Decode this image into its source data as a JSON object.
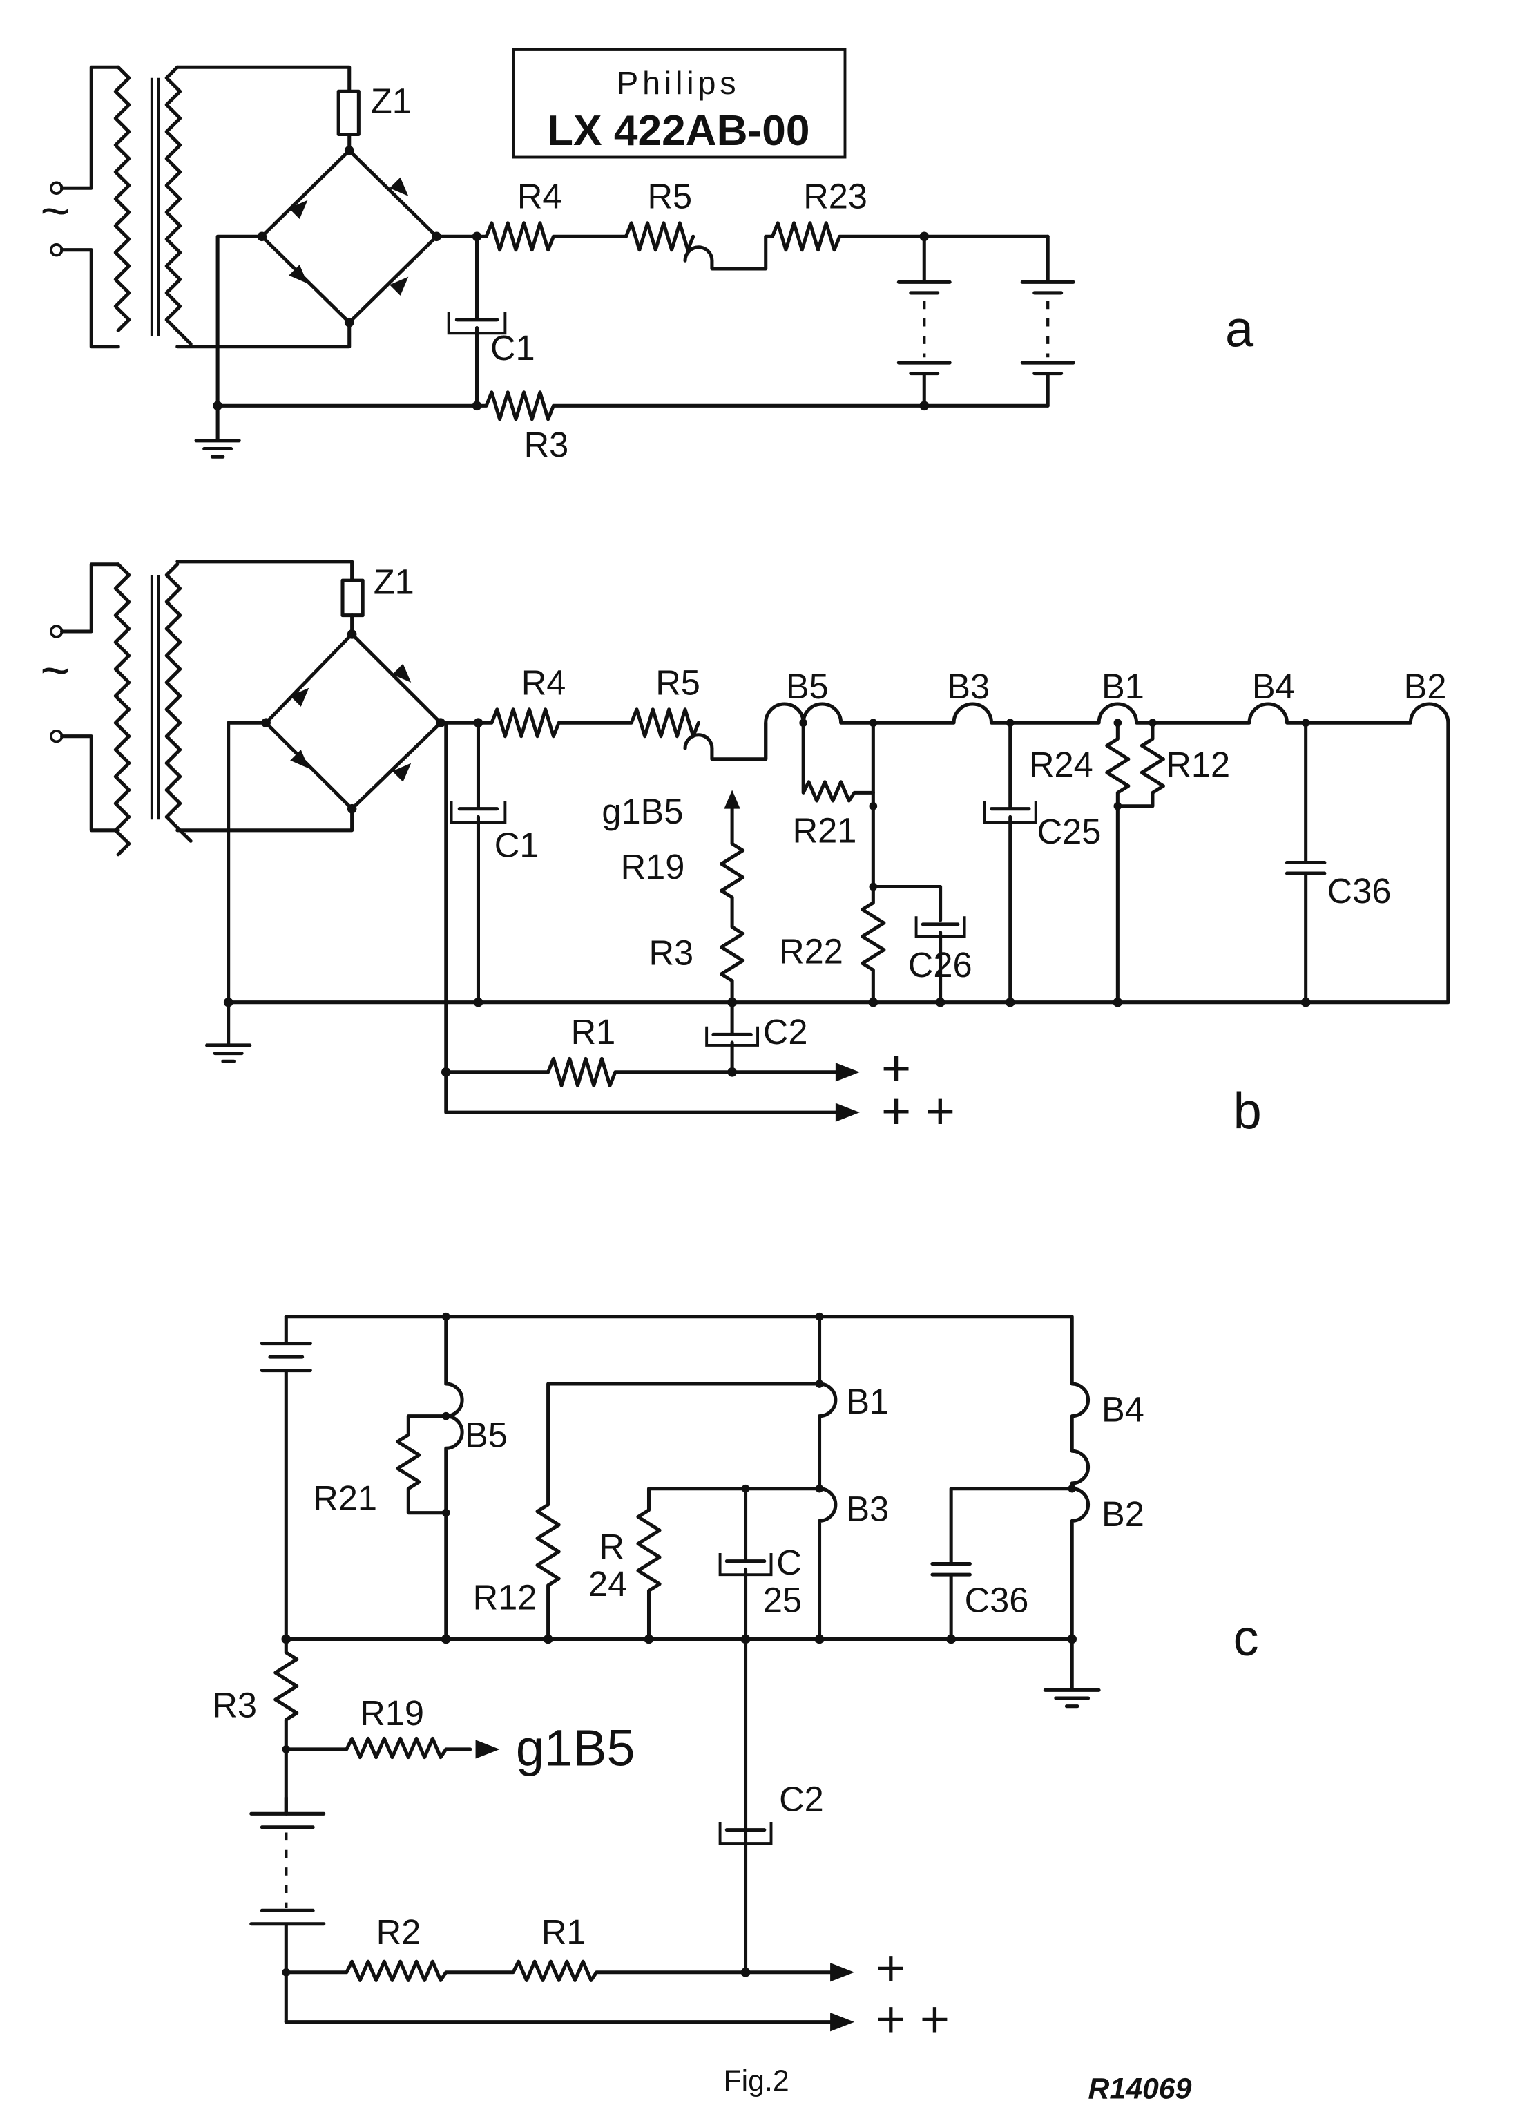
{
  "title_box": {
    "brand": "Philips",
    "model": "LX 422AB-00"
  },
  "figure": {
    "caption": "Fig.2",
    "reference": "R14069"
  },
  "diagram_a": {
    "label": "a",
    "components": {
      "z1": "Z1",
      "r4": "R4",
      "r5": "R5",
      "r23": "R23",
      "c1": "C1",
      "r3": "R3"
    },
    "ac_symbol": "~"
  },
  "diagram_b": {
    "label": "b",
    "components": {
      "z1": "Z1",
      "r4": "R4",
      "r5": "R5",
      "c1": "C1",
      "g1b5": "g1B5",
      "r19": "R19",
      "r3": "R3",
      "r1": "R1",
      "c2": "C2",
      "b5": "B5",
      "r21": "R21",
      "r22": "R22",
      "c26": "C26",
      "b3": "B3",
      "c25": "C25",
      "b1": "B1",
      "r24": "R24",
      "r12": "R12",
      "b4": "B4",
      "c36": "C36",
      "b2": "B2"
    },
    "outputs": {
      "plus": "+",
      "plusplus": "+ +"
    },
    "ac_symbol": "~"
  },
  "diagram_c": {
    "label": "c",
    "components": {
      "b5": "B5",
      "r21": "R21",
      "b1": "B1",
      "b3": "B3",
      "r12": "R12",
      "r24a": "R",
      "r24b": "24",
      "c25a": "C",
      "c25b": "25",
      "b4": "B4",
      "b2": "B2",
      "c36": "C36",
      "r3": "R3",
      "r19": "R19",
      "g1b5": "g1B5",
      "c2": "C2",
      "r2": "R2",
      "r1": "R1"
    },
    "outputs": {
      "plus": "+",
      "plusplus": "+ +"
    }
  }
}
